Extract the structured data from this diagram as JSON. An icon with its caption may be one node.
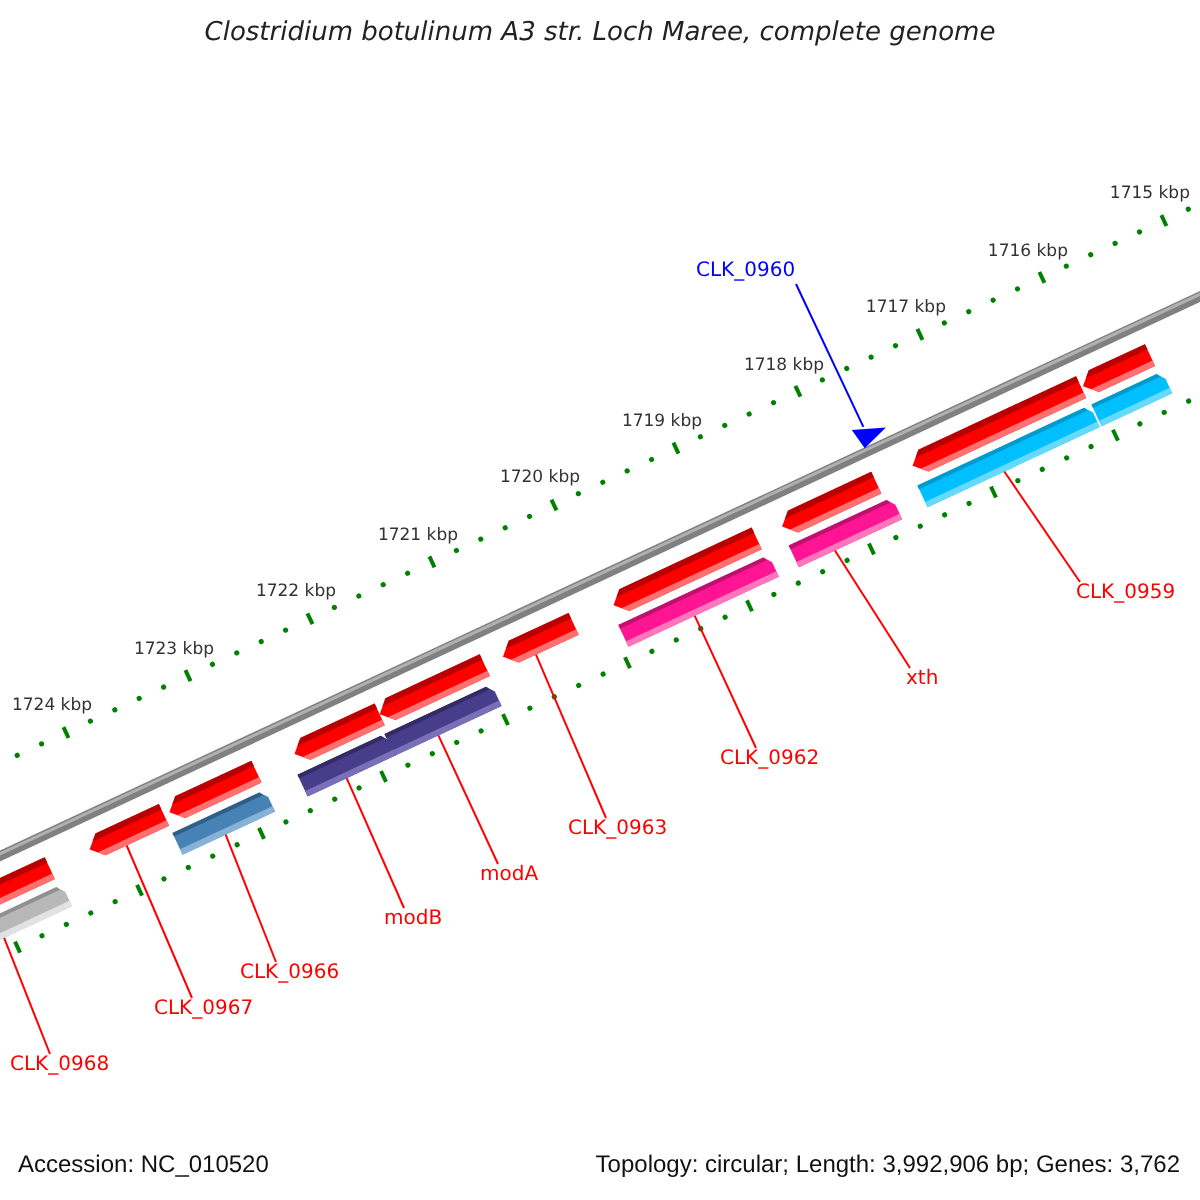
{
  "diagram": {
    "title": "Clostridium botulinum A3 str. Loch Maree, complete genome",
    "nodes": [
      {
        "text": [
          "CLK_0960"
        ]
      },
      {
        "text": [
          "CLK_0959"
        ]
      },
      {
        "text": [
          "xth"
        ]
      },
      {
        "text": [
          "CLK_0962"
        ]
      },
      {
        "text": [
          "CLK_0963"
        ]
      },
      {
        "text": [
          "modA"
        ]
      },
      {
        "text": [
          "modB"
        ]
      },
      {
        "text": [
          "CLK_0966"
        ]
      },
      {
        "text": [
          "CLK_0967"
        ]
      },
      {
        "text": [
          "CLK_0968"
        ]
      },
      {
        "text": [],
        "shape": "triangle"
      },
      {
        "text": [],
        "shape": "bar"
      },
      {
        "text": [],
        "shape": "bar"
      },
      {
        "text": [],
        "shape": "bar"
      },
      {
        "text": [],
        "shape": "box"
      },
      {
        "text": [],
        "shape": "bar"
      },
      {
        "text": [],
        "shape": "bar"
      },
      {
        "text": [],
        "shape": "bar"
      },
      {
        "text": [],
        "shape": "box"
      },
      {
        "text": [],
        "shape": "bar"
      },
      {
        "text": [],
        "shape": "box"
      },
      {
        "text": [],
        "shape": "box"
      },
      {
        "text": [],
        "shape": "box"
      },
      {
        "text": [],
        "shape": "box"
      },
      {
        "text": [],
        "shape": "box"
      },
      {
        "text": [],
        "shape": "box"
      },
      {
        "text": [],
        "shape": "box"
      },
      {
        "text": [],
        "shape": "box"
      },
      {
        "text": [],
        "shape": "bar"
      }
    ],
    "edges": [
      {
        "from": 0,
        "to": 10,
        "arrow": "none",
        "color": "#0000ff"
      },
      {
        "from": 1,
        "to": 11,
        "arrow": "none"
      },
      {
        "from": 2,
        "to": 12,
        "arrow": "none"
      },
      {
        "from": 3,
        "to": 13,
        "arrow": "none"
      },
      {
        "from": 4,
        "to": 14,
        "arrow": "none"
      },
      {
        "from": 5,
        "to": 15,
        "arrow": "none"
      },
      {
        "from": 6,
        "to": 16,
        "arrow": "none"
      },
      {
        "from": 7,
        "to": 17,
        "arrow": "none"
      },
      {
        "from": 8,
        "to": 18,
        "arrow": "none"
      },
      {
        "from": 9,
        "to": 19,
        "arrow": "none"
      }
    ],
    "labels": [
      "1715 kbp",
      "1716 kbp",
      "1717 kbp",
      "1718 kbp",
      "1719 kbp",
      "1720 kbp",
      "1721 kbp",
      "1722 kbp",
      "1723 kbp",
      "1724 kbp",
      "Accession: NC_010520",
      "Topology: circular; Length: 3,992,906 bp; Genes: 3,762"
    ]
  }
}
